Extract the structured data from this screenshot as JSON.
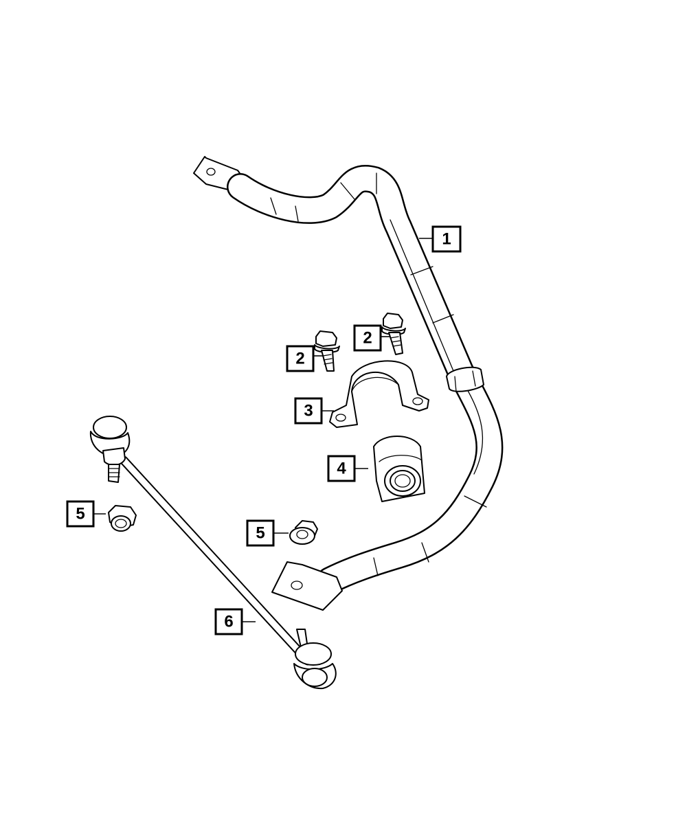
{
  "callouts": [
    {
      "id": "1",
      "label": "1",
      "part": "stabilizer-bar"
    },
    {
      "id": "2a",
      "label": "2",
      "part": "bushing-clamp-bolt"
    },
    {
      "id": "2b",
      "label": "2",
      "part": "bushing-clamp-bolt"
    },
    {
      "id": "3",
      "label": "3",
      "part": "bushing-clamp-retainer"
    },
    {
      "id": "4",
      "label": "4",
      "part": "stabilizer-bar-bushing"
    },
    {
      "id": "5a",
      "label": "5",
      "part": "link-nut"
    },
    {
      "id": "5b",
      "label": "5",
      "part": "link-nut"
    },
    {
      "id": "6",
      "label": "6",
      "part": "stabilizer-link"
    }
  ]
}
